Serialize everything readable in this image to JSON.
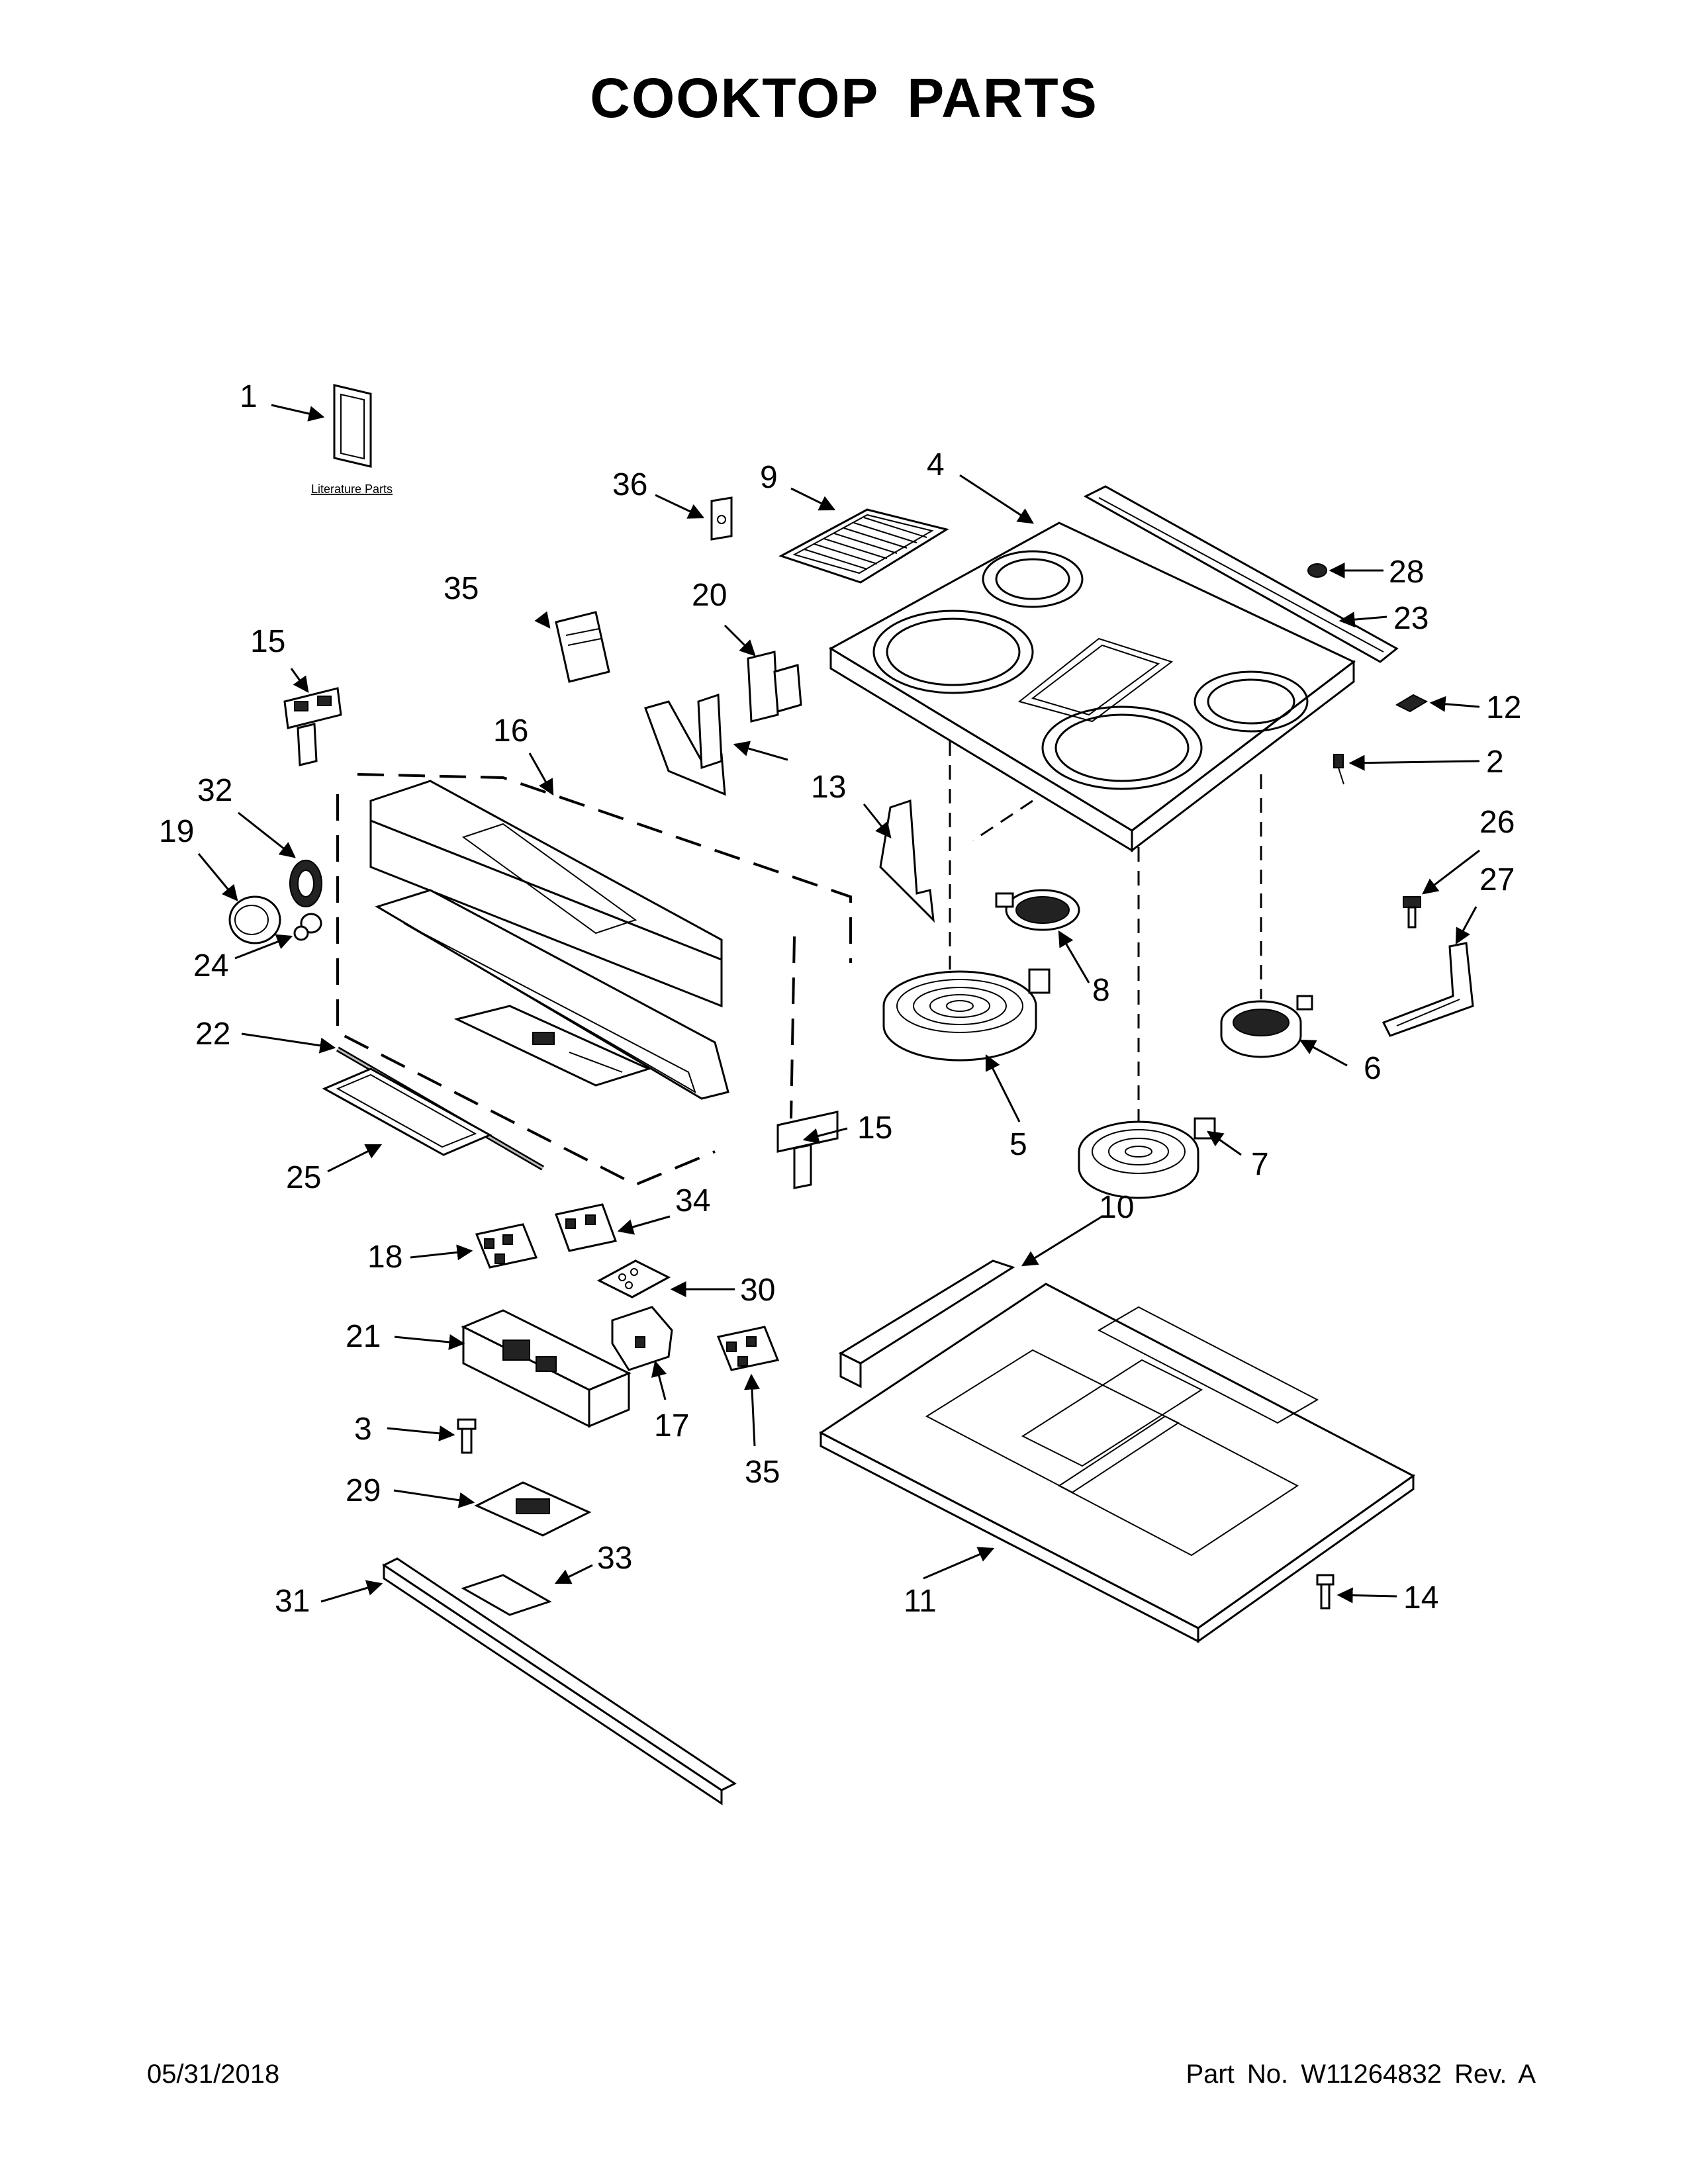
{
  "page": {
    "title": "COOKTOP PARTS",
    "date": "05/31/2018",
    "part_number": "Part No.  W11264832  Rev.  A"
  },
  "literature_label": "Literature Parts",
  "callouts": {
    "c1": "1",
    "c2": "2",
    "c3": "3",
    "c4": "4",
    "c5": "5",
    "c6": "6",
    "c7": "7",
    "c8": "8",
    "c9": "9",
    "c10": "10",
    "c11": "11",
    "c12": "12",
    "c13": "13",
    "c14": "14",
    "c15a": "15",
    "c15b": "15",
    "c16": "16",
    "c17": "17",
    "c18": "18",
    "c19": "19",
    "c20": "20",
    "c21": "21",
    "c22": "22",
    "c23": "23",
    "c24": "24",
    "c25": "25",
    "c26": "26",
    "c27": "27",
    "c28": "28",
    "c29": "29",
    "c30": "30",
    "c31": "31",
    "c32": "32",
    "c33": "33",
    "c34": "34",
    "c35a": "35",
    "c35b": "35",
    "c36": "36"
  }
}
